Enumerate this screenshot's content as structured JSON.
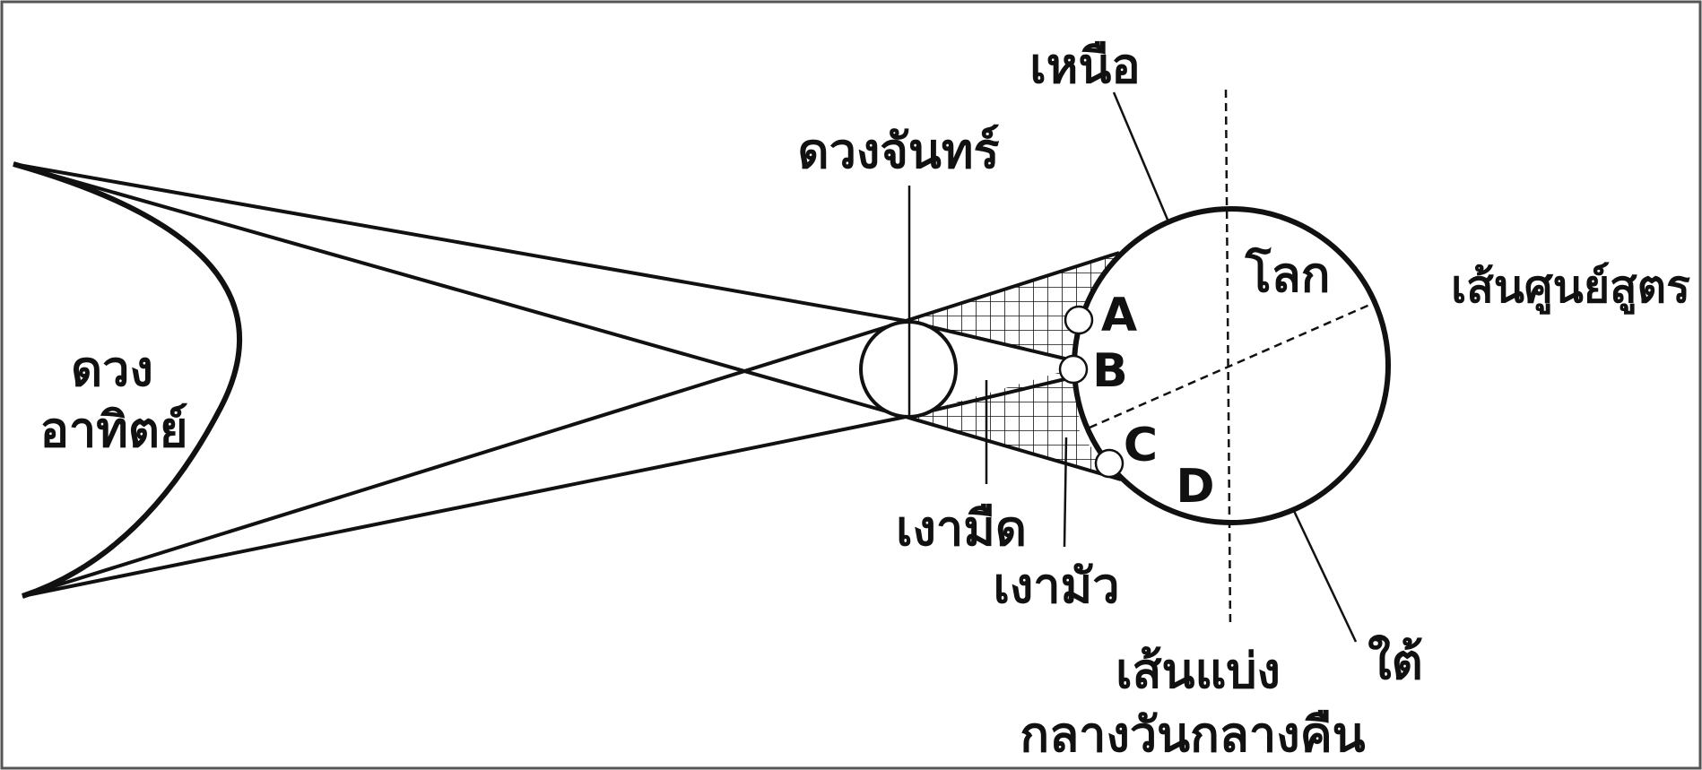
{
  "labels": {
    "sun_line1": "ดวง",
    "sun_line2": "อาทิตย์",
    "moon": "ดวงจันทร์",
    "north": "เหนือ",
    "earth": "โลก",
    "equator": "เส้นศูนย์สูตร",
    "umbra": "เงามืด",
    "penumbra": "เงามัว",
    "terminator_line1": "เส้นแบ่ง",
    "terminator_line2": "กลางวันกลางคืน",
    "south": "ใต้",
    "point_a": "A",
    "point_b": "B",
    "point_c": "C",
    "point_d": "D"
  },
  "colors": {
    "stroke": "#111111",
    "background": "#ffffff",
    "frame": "#555555"
  }
}
